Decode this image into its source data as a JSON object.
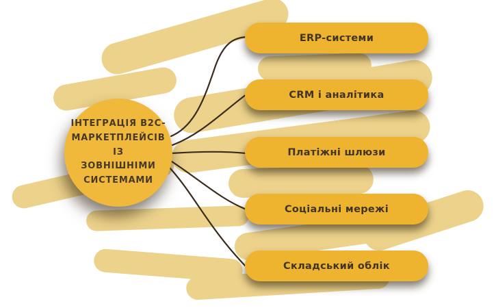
{
  "diagram": {
    "title": "ІНТЕГРАЦІЯ B2C-МАРКЕТПЛЕЙСІВ ІЗ ЗОВНІШНІМИ СИСТЕМАМИ",
    "hub": {
      "lines": [
        "ІНТЕГРАЦІЯ B2C-",
        "МАРКЕТПЛЕЙСІВ ІЗ",
        "ЗОВНІШНІМИ",
        "СИСТЕМАМИ"
      ]
    },
    "nodes": [
      {
        "label": "ERP-системи"
      },
      {
        "label": "CRM і аналітика"
      },
      {
        "label": "Платіжні шлюзи"
      },
      {
        "label": "Соціальні мережі"
      },
      {
        "label": "Складський облік"
      }
    ],
    "colors": {
      "node_fill": "#efb42f",
      "hub_fill": "#f0b93c",
      "brush_stroke": "#ecd28b",
      "connector": "#3a2c1e",
      "text": "#413428",
      "background": "#ffffff"
    }
  }
}
